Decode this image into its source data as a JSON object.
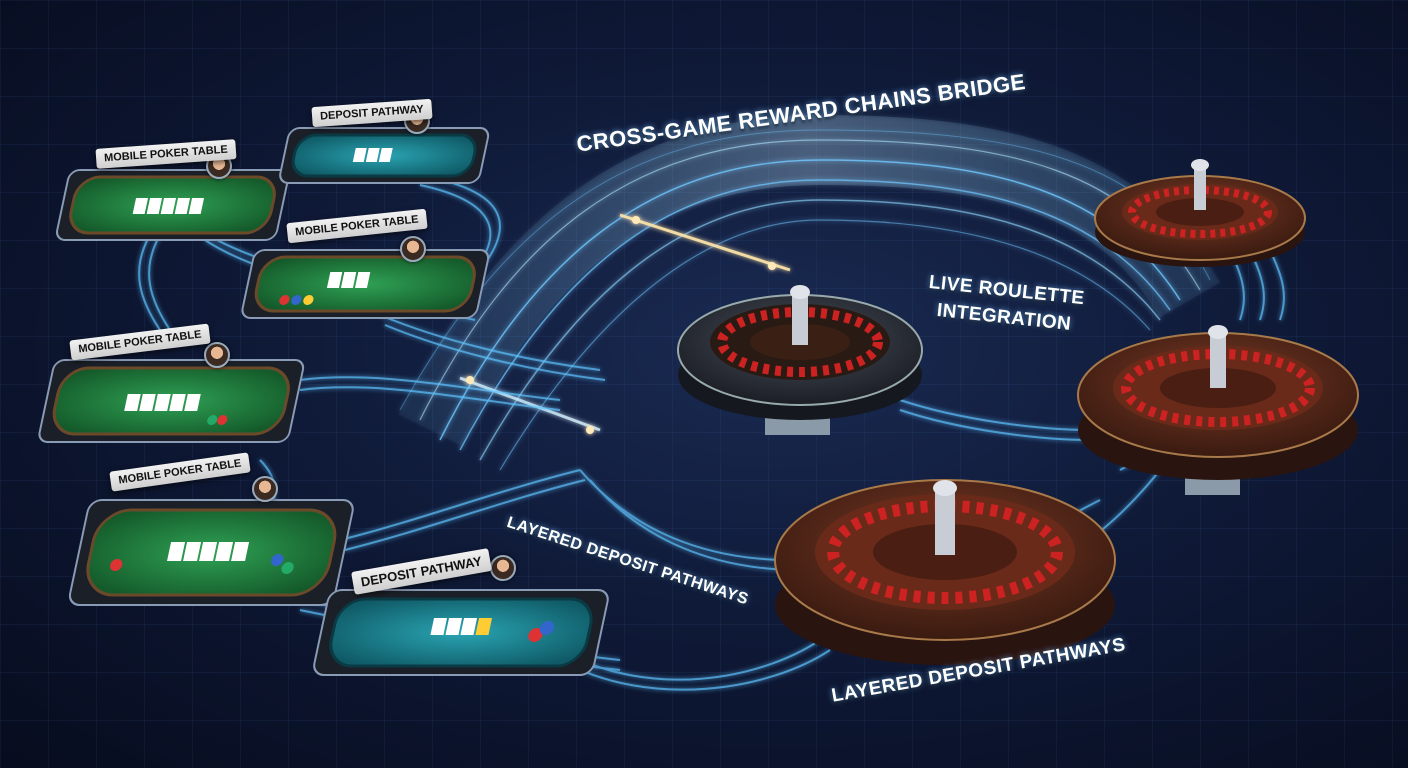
{
  "labels": {
    "bridge_title": "CROSS-GAME REWARD CHAINS BRIDGE",
    "roulette_integration_line1": "LIVE ROULETTE",
    "roulette_integration_line2": "INTEGRATION",
    "layered_middle": "LAYERED DEPOSIT PATHWAYS",
    "layered_bottom": "LAYERED DEPOSIT PATHWAYS"
  },
  "device_tags": [
    {
      "text": "MOBILE POKER TABLE"
    },
    {
      "text": "DEPOSIT PATHWAY"
    },
    {
      "text": "MOBILE POKER TABLE"
    },
    {
      "text": "MOBILE POKER TABLE"
    },
    {
      "text": "MOBILE POKER TABLE"
    },
    {
      "text": "DEPOSIT PATHWAY"
    }
  ],
  "colors": {
    "background": "#0f1a38",
    "glow": "#5fc4ff",
    "felt_green": "#1e7a3c",
    "felt_teal": "#1a7a86",
    "wood": "#5a2a1e"
  }
}
